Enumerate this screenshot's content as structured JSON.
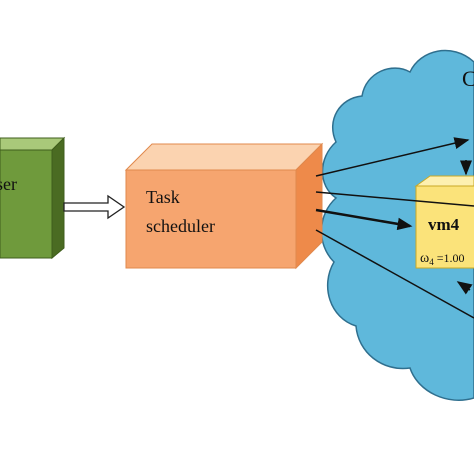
{
  "user_box": {
    "label": "ser"
  },
  "scheduler_box": {
    "line1": "Task",
    "line2": "scheduler"
  },
  "cloud": {
    "label": "C"
  },
  "vm_box": {
    "name": "vm4",
    "omega_symbol": "ω",
    "omega_subscript": "4",
    "omega_value": " =1.00"
  },
  "colors": {
    "user_front": "#6f9a3c",
    "user_top": "#a9c97a",
    "user_side": "#4a6b22",
    "scheduler_front": "#f6a56f",
    "scheduler_top": "#fbd3b0",
    "scheduler_side": "#ee8a4a",
    "cloud_fill": "#5fb8db",
    "cloud_stroke": "#2f6f8e",
    "vm_fill": "#fbe37a",
    "vm_top": "#fdf0b0",
    "arrow": "#111111"
  },
  "icons": {
    "flow_arrow": "hollow-block-arrow",
    "links": "arrow-lines"
  }
}
